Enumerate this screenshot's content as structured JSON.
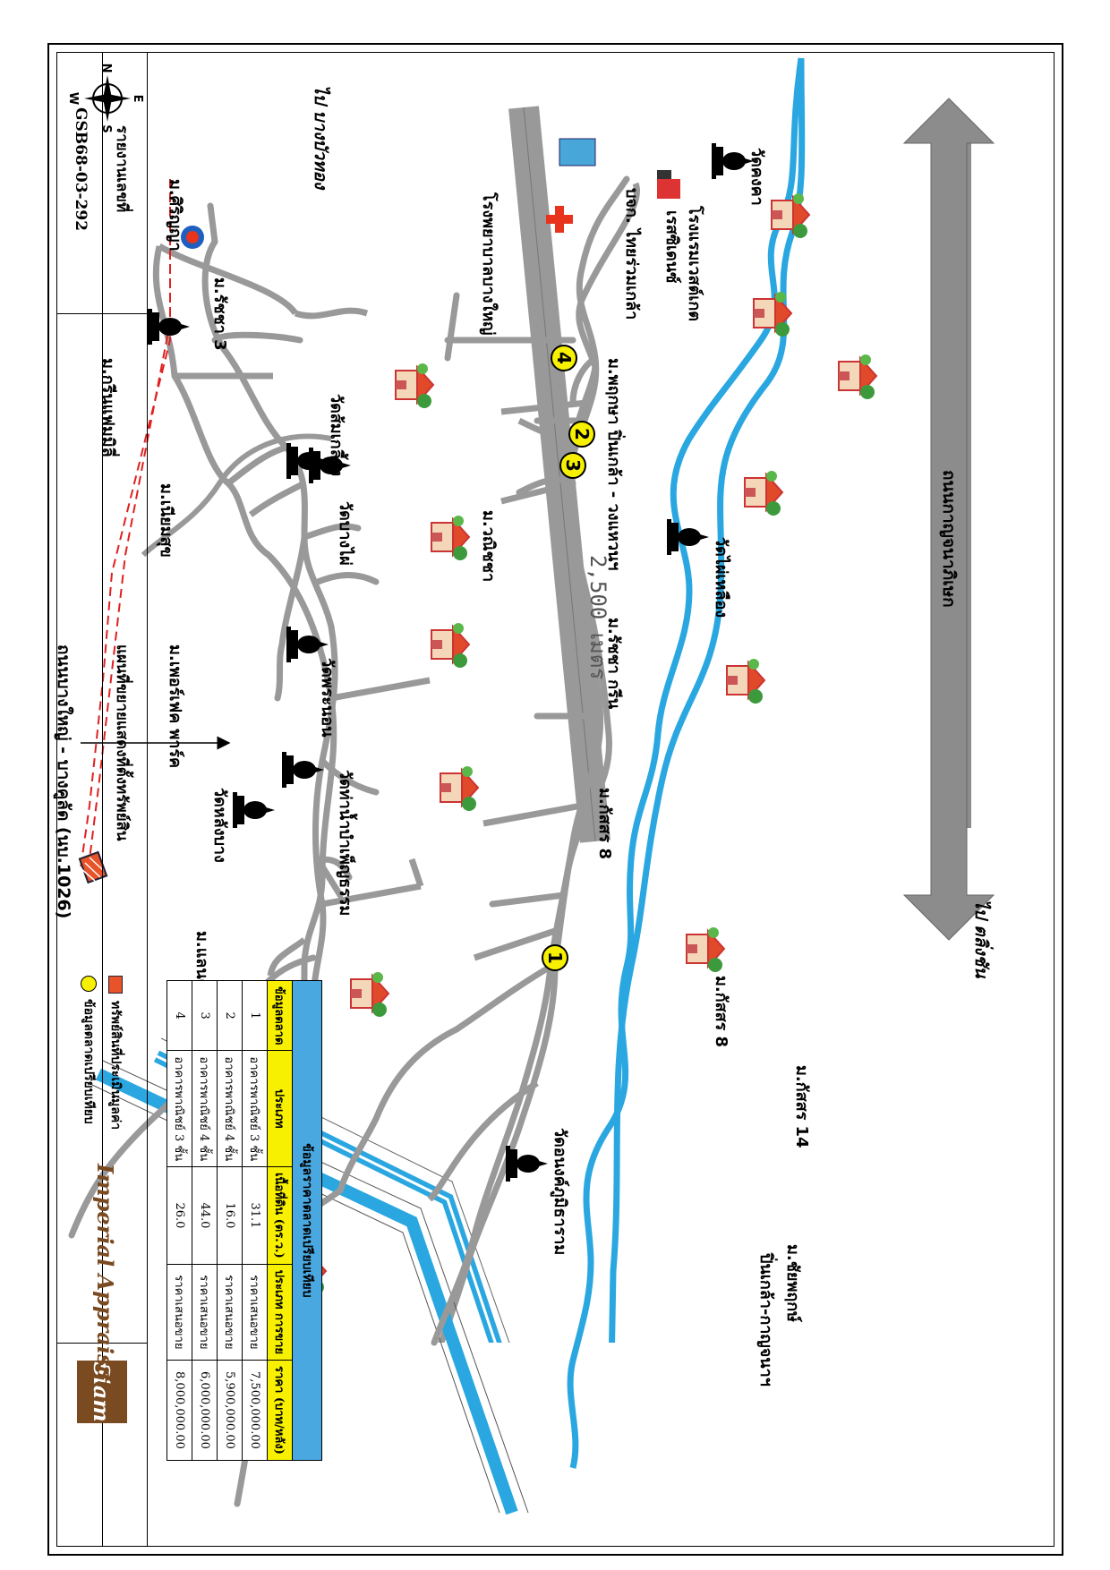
{
  "compass": {
    "n": "N",
    "e": "E",
    "s": "S",
    "w": "W"
  },
  "highway": {
    "name": "ถนนกาญจนาภิเษก",
    "to_left": "ไป บางบัวทอง",
    "to_right": "ไป ตลิ่งชัน"
  },
  "road_1026": {
    "name": "ถนนบางใหญ่ - บางคูลัด (นบ.1026)"
  },
  "distance_label": "2,500 เมตร",
  "places": {
    "hotel": "โรงแรมเวสต์เกต",
    "residence": "เรสซิเดนซ์",
    "hospital": "โรงพยาบาลบางใหญ่",
    "thai_ruam": "บจก. ไทยร่วมเกล้า",
    "wat_kongka": "วัดคงคา",
    "wat_somkliang": "วัดส้มเกลี้ยง",
    "wat_bangphai": "วัดบางไผ่",
    "wat_phranon": "วัดพระนอน",
    "wat_tanamtham": "วัดท่าน้ำบำเพ็ญธรรม",
    "wat_langbang": "วัดหลังบาง",
    "wat_phaileung": "วัดไผ่เหลือง",
    "wat_ananthaphum": "วัดอนงค์ภูมิธาราม",
    "m_siriyaa": "ม.ศิริญญา",
    "m_ratcha3": "ม.รัชชา 3",
    "m_greenfamily": "ม.กรีนแฟมมิลี่",
    "m_niyomsuk": "ม.เนียมสุข",
    "m_perfect": "ม.เพอร์เฟค พาร์ค",
    "m_landandhouse": "ม.แลนด์ แอนด์ เฮ้าส์",
    "m_ratchagreen": "ม.รัชชา กรีน",
    "m_wanicha": "ม.วณิชชา",
    "m_phrueksa": "ม.พฤกษา ปิ่นเกล้า - วงแหวนฯ",
    "m_kassorn8a": "ม.กัสสร 8",
    "m_kassorn8b": "ม.กัสสร 8",
    "m_kassorn14": "ม.กัสสร 14",
    "m_chaiyaphruek": "ม.ชัยพฤกษ์",
    "m_pinklao": "ปิ่นเกล้า-กาญจนาฯ"
  },
  "markers": [
    "1",
    "2",
    "3",
    "4"
  ],
  "market_table": {
    "caption": "ข้อมูลราคาตลาดเปรียบเทียบ",
    "headers": [
      "ข้อมูลตลาด",
      "ประเภท",
      "เนื้อที่ดิน (ตร.ว.)",
      "ประเภท การขาย",
      "ราคา (บาท/หลัง)"
    ],
    "rows": [
      [
        "1",
        "อาคารพาณิชย์ 3 ชั้น",
        "31.1",
        "ราคาเสนอขาย",
        "7,500,000.00"
      ],
      [
        "2",
        "อาคารพาณิชย์ 4 ชั้น",
        "16.0",
        "ราคาเสนอขาย",
        "5,900,000.00"
      ],
      [
        "3",
        "อาคารพาณิชย์ 4 ชั้น",
        "44.0",
        "ราคาเสนอขาย",
        "6,000,000.00"
      ],
      [
        "4",
        "อาคารพาณิชย์ 3 ชั้น",
        "26.0",
        "ราคาเสนอขาย",
        "8,000,000.00"
      ]
    ]
  },
  "legend": {
    "subject": "ทรัพย์สินที่ประเมินมูลค่า",
    "comparable": "ข้อมูลตลาดเปรียบเทียบ"
  },
  "title_block": {
    "map_title": "แผนที่ขยายแสดงที่ตั้งทรัพย์สิน",
    "report_label": "รายงานเลขที่",
    "report_no": "GSB68-03-292",
    "brand_siam": "Siam",
    "brand_name": "Imperial Appraisal"
  },
  "colors": {
    "river": "#2aa7e0",
    "road": "#999999",
    "highway": "#888888",
    "table_header": "#f7f000",
    "table_caption": "#4aa8e0",
    "brand": "#7a4a21"
  }
}
